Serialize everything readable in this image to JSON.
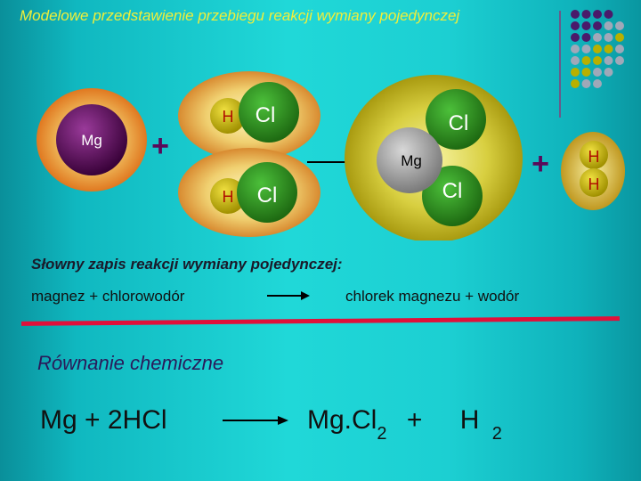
{
  "title": "Modelowe przedstawienie przebiegu reakcji wymiany pojedynczej",
  "model": {
    "mg": "Mg",
    "h": "H",
    "cl": "Cl",
    "plus": "+"
  },
  "sentence_label": "Słowny zapis reakcji wymiany pojedynczej:",
  "words": {
    "left": "magnez  + chlorowodór",
    "right": "chlorek magnezu  +  wodór"
  },
  "equation_label": "Równanie chemiczne",
  "equation": {
    "reactants": "Mg + 2HCl",
    "product_main": "Mg.Cl",
    "product_sub": "2",
    "plus": "+",
    "h": "H",
    "h_sub": "2"
  },
  "colors": {
    "title": "#f0ef3a",
    "accent_line": "#e0103a",
    "mg_atom": "#4a0a4a",
    "cl_atom": "#2a7a1a",
    "h_atom": "#b8b000"
  },
  "decor_dots": [
    "#4a1a6a",
    "#b8b000",
    "#a0a8b8"
  ]
}
